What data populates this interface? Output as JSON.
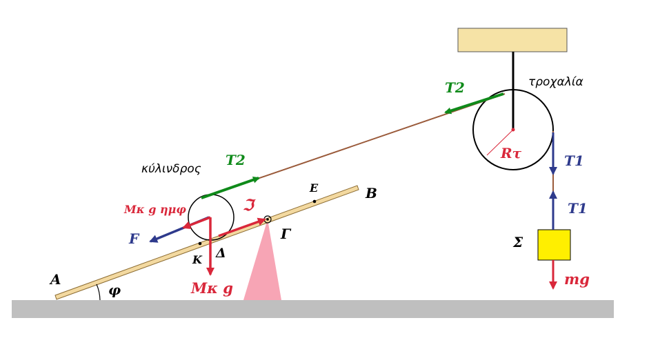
{
  "labels": {
    "pulley_name": "τροχαλία",
    "cylinder_name": "κύλινδρος",
    "tension_top": "T2",
    "tension_cyl": "T2",
    "tension_down": "T1",
    "tension_up": "T1",
    "radius": "Rτ",
    "friction": "ℑ",
    "weight_component": "Mκ g ημφ",
    "force_F": "F",
    "weight_cyl": "Mκ g",
    "weight_block": "mg",
    "point_A": "A",
    "point_B": "B",
    "point_E": "E",
    "point_G": "Γ",
    "point_K": "K",
    "point_D": "Δ",
    "block_name": "Σ",
    "angle": "φ"
  },
  "colors": {
    "ground": "#bfbfbf",
    "ceiling": "#f6e3a6",
    "plank": "#f3d9a0",
    "support": "#f7a5b5",
    "block": "#ffef00",
    "rope": "#9a5a3a",
    "green": "#0f8a1a",
    "blue": "#2e3a8c",
    "red": "#d9273a"
  }
}
